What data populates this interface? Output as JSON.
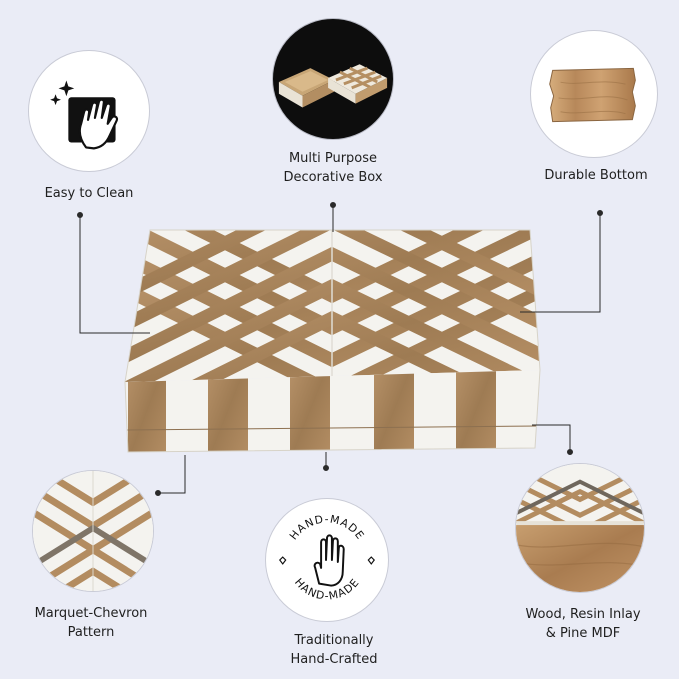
{
  "features": [
    {
      "id": "easy-clean",
      "lines": [
        "Easy to Clean"
      ],
      "icon": "cleaning-cloth-hand-icon"
    },
    {
      "id": "multi-purpose",
      "lines": [
        "Multi Purpose",
        "Decorative Box"
      ],
      "icon": "open-box-photo"
    },
    {
      "id": "durable-bottom",
      "lines": [
        "Durable Bottom"
      ],
      "icon": "wood-bottom-photo"
    },
    {
      "id": "marquet-chevron",
      "lines": [
        "Marquet-Chevron",
        "Pattern"
      ],
      "icon": "chevron-pattern-photo"
    },
    {
      "id": "hand-crafted",
      "lines": [
        "Traditionally",
        "Hand-Crafted"
      ],
      "icon": "hand-made-stamp-icon"
    },
    {
      "id": "materials",
      "lines": [
        "Wood, Resin Inlay",
        "& Pine MDF"
      ],
      "icon": "material-layers-photo"
    }
  ],
  "stamp": {
    "text_top": "HAND-MADE",
    "text_bottom": "HAND-MADE"
  },
  "colors": {
    "background": "#eaecf6",
    "wood": "#a9875f",
    "resin": "#f4f3ef",
    "leader": "#2a2a2a",
    "circle_border": "#c9cbd6"
  }
}
